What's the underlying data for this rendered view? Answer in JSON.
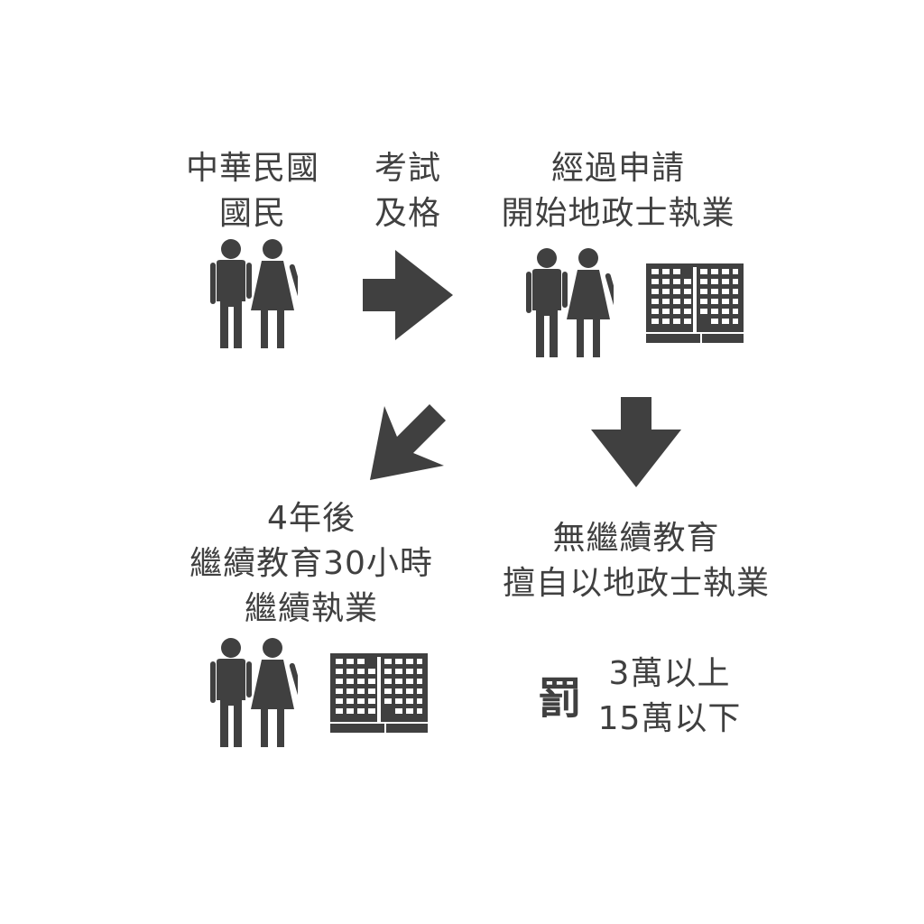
{
  "steps": {
    "citizen": {
      "line1": "中華民國",
      "line2": "國民"
    },
    "exam": {
      "line1": "考試",
      "line2": "及格"
    },
    "apply": {
      "line1": "經過申請",
      "line2": "開始地政士執業"
    },
    "continue": {
      "line1": "4年後",
      "line2": "繼續教育30小時",
      "line3": "繼續執業"
    },
    "noeducation": {
      "line1": "無繼續教育",
      "line2": "擅自以地政士執業"
    },
    "penalty": {
      "icon_char": "罰",
      "line1": "3萬以上",
      "line2": "15萬以下"
    }
  },
  "colors": {
    "foreground": "#404040",
    "background": "#ffffff"
  },
  "icons": [
    "couple-icon",
    "office-building-icon",
    "arrow-right-icon",
    "arrow-down-left-icon",
    "arrow-down-icon"
  ]
}
